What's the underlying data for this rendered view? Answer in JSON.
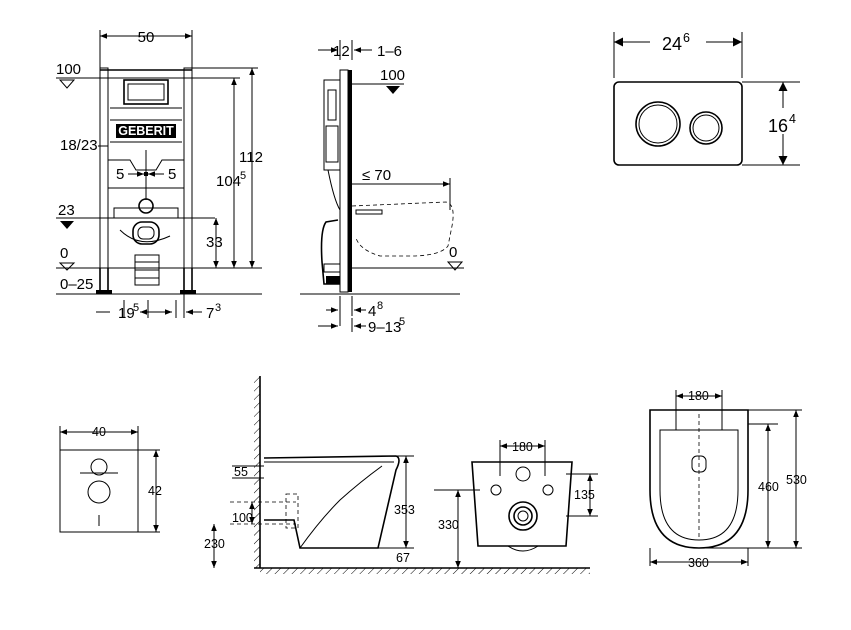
{
  "frame_front": {
    "width": "50",
    "level_100": "100",
    "dim_18_23": "18/23",
    "dim_112": "112",
    "dim_104": "104",
    "dim_104_sup": "5",
    "dim_5_left": "5",
    "dim_5_right": "5",
    "level_23": "23",
    "dim_33": "33",
    "level_0": "0",
    "range_0_25": "0–25",
    "dim_19": "19",
    "dim_19_sup": "5",
    "dim_7": "7",
    "dim_7_sup": "3",
    "brand": "GEBERIT"
  },
  "frame_side": {
    "dim_12": "12",
    "dim_1_6": "1–6",
    "level_100": "100",
    "dim_le_70": "≤ 70",
    "level_0": "0",
    "dim_4": "4",
    "dim_4_sup": "8",
    "dim_9_13": "9–13",
    "dim_9_13_sup": "5"
  },
  "flush_plate": {
    "width": "24",
    "width_sup": "6",
    "height": "16",
    "height_sup": "4"
  },
  "pad": {
    "width": "40",
    "height": "42"
  },
  "toilet_side": {
    "dim_55": "55",
    "dim_100": "100",
    "dim_230": "230",
    "dim_353": "353",
    "dim_67": "67"
  },
  "toilet_front": {
    "dim_180": "180",
    "dim_135": "135",
    "dim_330": "330"
  },
  "toilet_top": {
    "dim_180": "180",
    "dim_460": "460",
    "dim_530": "530",
    "dim_360": "360"
  }
}
